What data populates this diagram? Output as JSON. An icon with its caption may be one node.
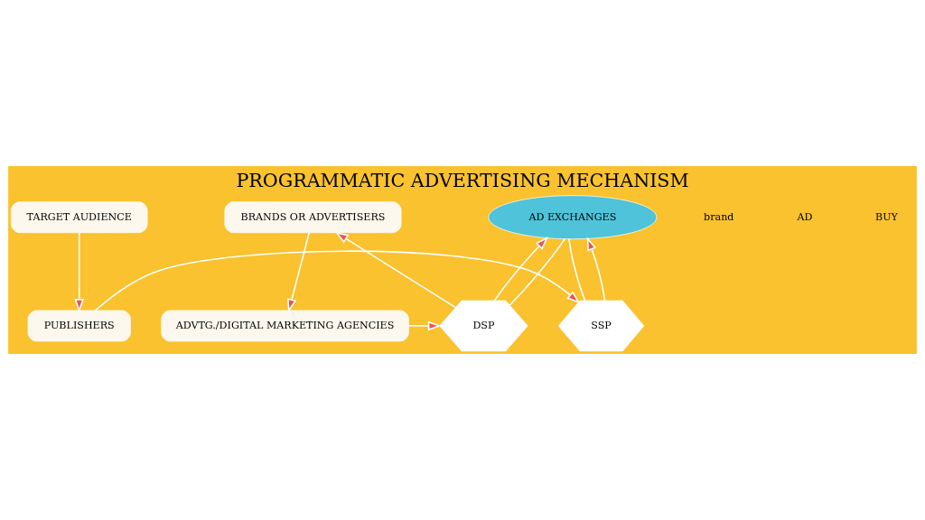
{
  "diagram": {
    "title": "PROGRAMMATIC ADVERTISING MECHANISM",
    "nodes": [
      {
        "text": [
          "BRANDS OR ADVERTISERS"
        ]
      },
      {
        "text": [
          "AD EXCHANGES"
        ]
      },
      {
        "text": [
          "TARGET AUDIENCE"
        ]
      },
      {
        "text": [
          "ADVTG./DIGITAL MARKETING AGENCIES"
        ]
      },
      {
        "text": [
          "DSP"
        ]
      },
      {
        "text": [
          "SSP"
        ]
      },
      {
        "text": [
          "PUBLISHERS"
        ]
      }
    ],
    "edges": [
      {
        "from": 0,
        "to": 3,
        "arrow": "to"
      },
      {
        "from": 4,
        "to": 0,
        "arrow": "to"
      },
      {
        "from": 3,
        "to": 4,
        "arrow": "to"
      },
      {
        "from": 4,
        "to": 1,
        "arrow": "to"
      },
      {
        "from": 4,
        "to": 1,
        "arrow": "none"
      },
      {
        "from": 5,
        "to": 1,
        "arrow": "none"
      },
      {
        "from": 5,
        "to": 1,
        "arrow": "to"
      },
      {
        "from": 2,
        "to": 6,
        "arrow": "to"
      },
      {
        "from": 6,
        "to": 5,
        "arrow": "to"
      }
    ],
    "labels": [
      "brand",
      "AD",
      "BUY"
    ]
  }
}
